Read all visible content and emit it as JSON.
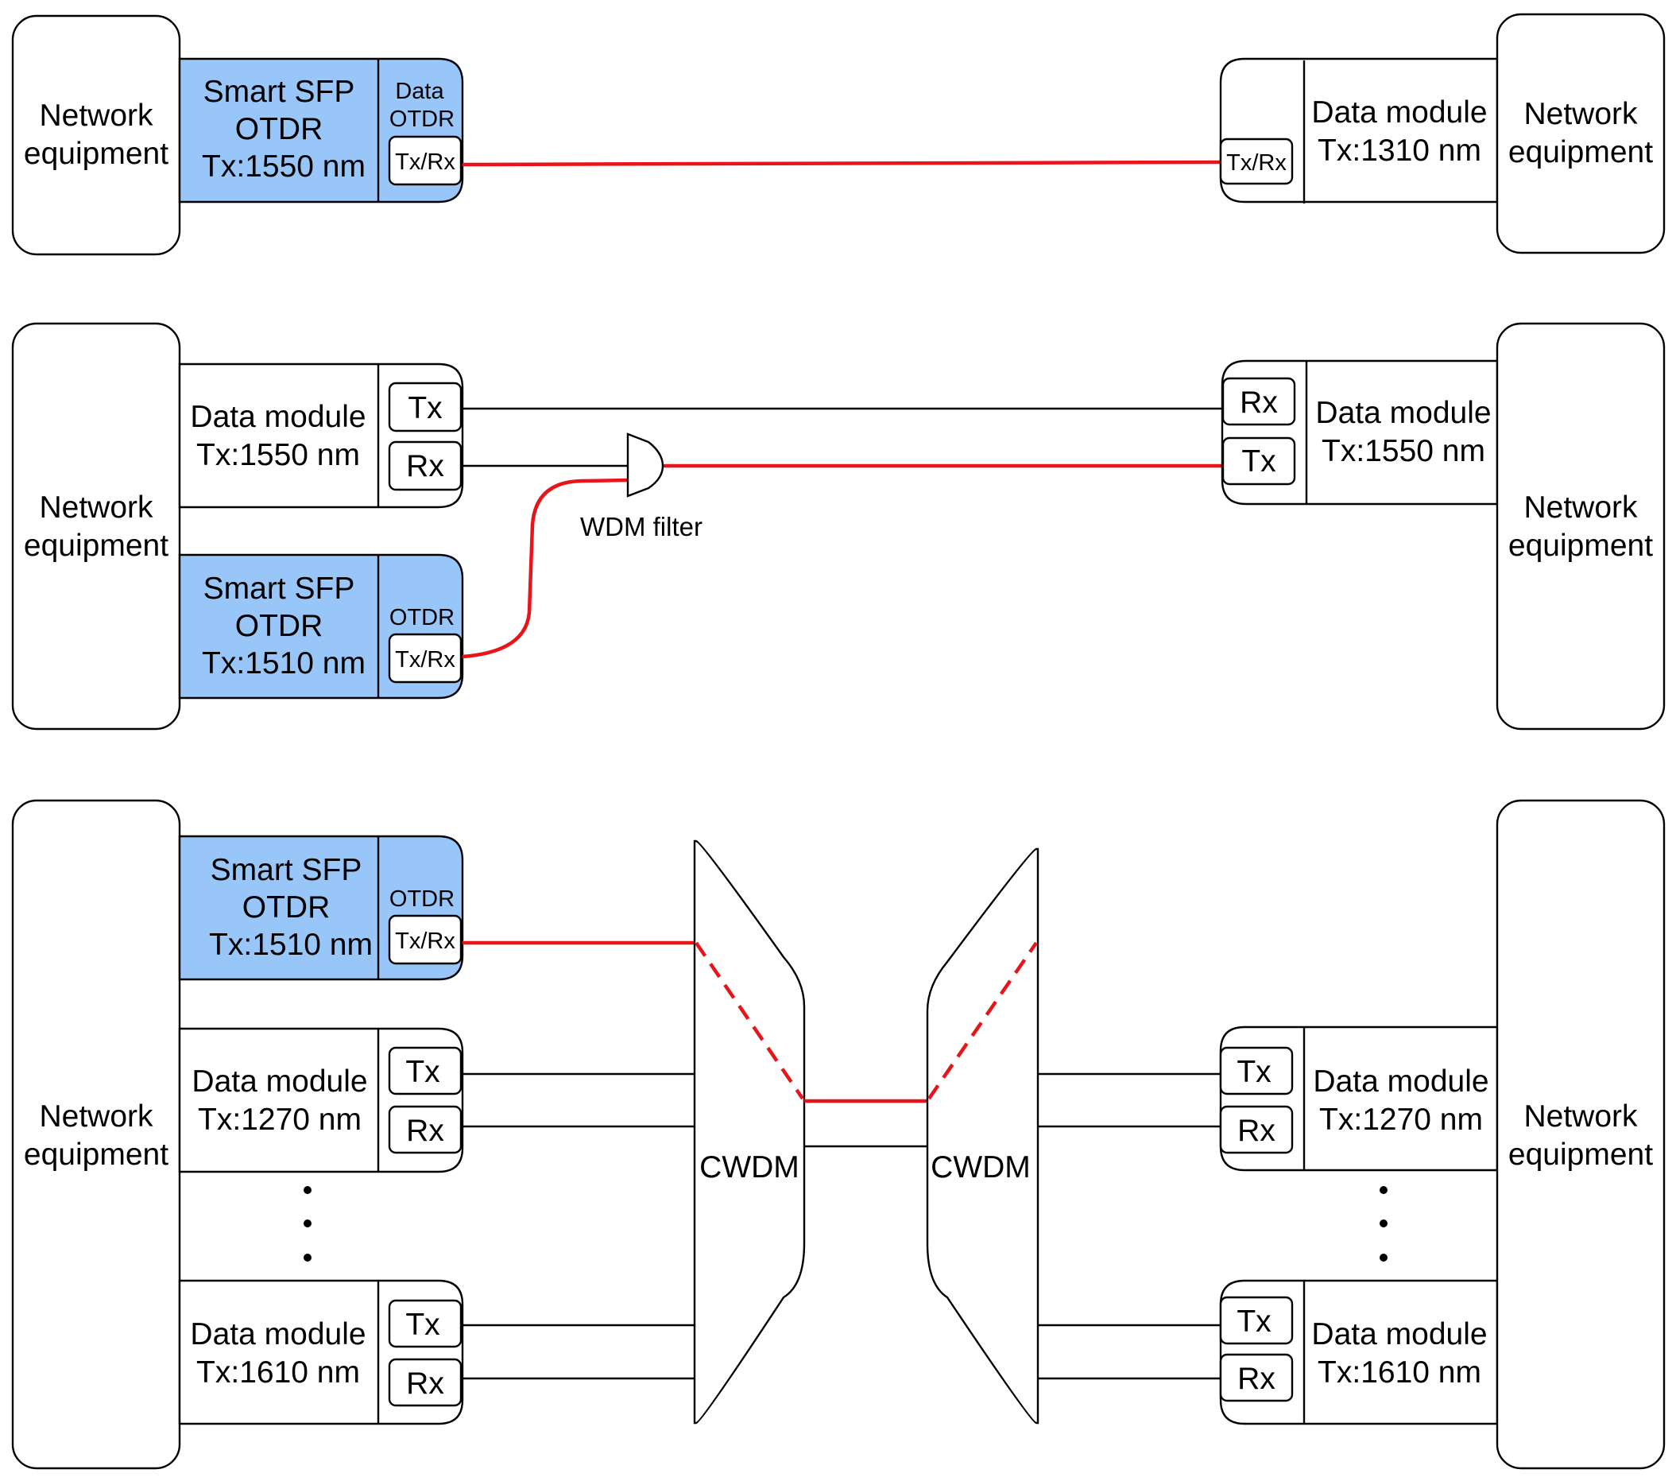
{
  "labels": {
    "network_equipment_line1": "Network",
    "network_equipment_line2": "equipment",
    "smart_sfp": "Smart SFP",
    "otdr": "OTDR",
    "data": "Data",
    "data_module": "Data module",
    "tx": "Tx",
    "rx": "Rx",
    "txrx": "Tx/Rx",
    "wdm_filter": "WDM filter",
    "cwdm": "CWDM"
  },
  "wavelengths": {
    "w1550": "Tx:1550 nm",
    "w1310": "Tx:1310 nm",
    "w1510": "Tx:1510 nm",
    "w1270": "Tx:1270 nm",
    "w1610": "Tx:1610 nm"
  },
  "colors": {
    "sfp_fill": "#99c6f9",
    "otdr_link": "#e8141a",
    "line": "#000000"
  }
}
